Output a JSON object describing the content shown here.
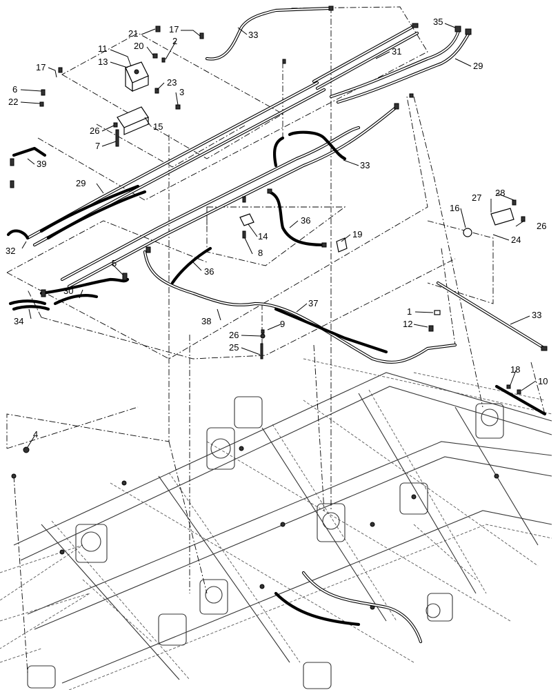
{
  "callouts": [
    {
      "id": "c21",
      "label": "21"
    },
    {
      "id": "c17a",
      "label": "17"
    },
    {
      "id": "c20",
      "label": "20"
    },
    {
      "id": "c2",
      "label": "2"
    },
    {
      "id": "c33a",
      "label": "33"
    },
    {
      "id": "c35",
      "label": "35"
    },
    {
      "id": "c31",
      "label": "31"
    },
    {
      "id": "c29a",
      "label": "29"
    },
    {
      "id": "c11",
      "label": "11"
    },
    {
      "id": "c13",
      "label": "13"
    },
    {
      "id": "c17b",
      "label": "17"
    },
    {
      "id": "c6",
      "label": "6"
    },
    {
      "id": "c22",
      "label": "22"
    },
    {
      "id": "c23",
      "label": "23"
    },
    {
      "id": "c3",
      "label": "3"
    },
    {
      "id": "c26a",
      "label": "26"
    },
    {
      "id": "c15",
      "label": "15"
    },
    {
      "id": "c7",
      "label": "7"
    },
    {
      "id": "c39",
      "label": "39"
    },
    {
      "id": "c33b",
      "label": "33"
    },
    {
      "id": "c29b",
      "label": "29"
    },
    {
      "id": "c28",
      "label": "28"
    },
    {
      "id": "c27",
      "label": "27"
    },
    {
      "id": "c16",
      "label": "16"
    },
    {
      "id": "c26b",
      "label": "26"
    },
    {
      "id": "c24",
      "label": "24"
    },
    {
      "id": "c36a",
      "label": "36"
    },
    {
      "id": "c14",
      "label": "14"
    },
    {
      "id": "c19",
      "label": "19"
    },
    {
      "id": "c8",
      "label": "8"
    },
    {
      "id": "c32",
      "label": "32"
    },
    {
      "id": "c5",
      "label": "5"
    },
    {
      "id": "c36b",
      "label": "36"
    },
    {
      "id": "c30",
      "label": "30"
    },
    {
      "id": "c37",
      "label": "37"
    },
    {
      "id": "c1",
      "label": "1"
    },
    {
      "id": "c34",
      "label": "34"
    },
    {
      "id": "c38",
      "label": "38"
    },
    {
      "id": "c33c",
      "label": "33"
    },
    {
      "id": "c12",
      "label": "12"
    },
    {
      "id": "c26c",
      "label": "26"
    },
    {
      "id": "c9",
      "label": "9"
    },
    {
      "id": "c25",
      "label": "25"
    },
    {
      "id": "c18",
      "label": "18"
    },
    {
      "id": "c10",
      "label": "10"
    },
    {
      "id": "c4",
      "label": "4"
    }
  ]
}
